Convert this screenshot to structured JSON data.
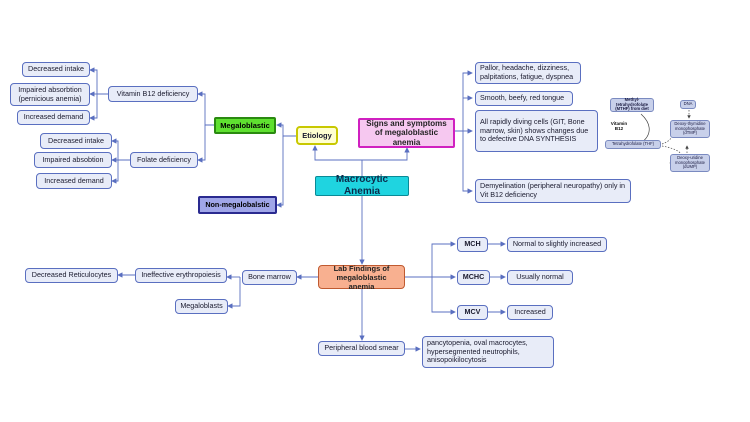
{
  "root": "Macrocytic Anemia",
  "etiology": {
    "label": "Etiology",
    "megaloblastic": {
      "label": "Megaloblastic",
      "b12": {
        "label": "Vitamin B12 deficiency",
        "causes": [
          "Decreased intake",
          "Impaired absorbtion (pernicious anemia)",
          "Increased demand"
        ]
      },
      "folate": {
        "label": "Folate deficiency",
        "causes": [
          "Decreased intake",
          "Impaired absobtion",
          "Increased demand"
        ]
      }
    },
    "non_megaloblastic": "Non-megalobalstic"
  },
  "signs": {
    "label": "Signs and symptoms of megaloblastic anemia",
    "items": [
      "Pallor, headache, dizziness, palpitations, fatigue, dyspnea",
      "Smooth, beefy, red tongue",
      "All rapidly diving cells (GIT, Bone marrow, skin) shows changes due to defective DNA SYNTHESIS",
      "Demyelination (peripheral neuropathy) only in Vit B12 deficiency"
    ]
  },
  "pathway": {
    "mthf": "Methyl-tetrahydrofolate (MTHF) from diet",
    "b12": "Vitamin B12",
    "thf": "Tetrahydrofolate (THF)",
    "dna": "DNA",
    "dtmp": "Deoxy-thymidine monophosphate (dTMP)",
    "dump": "Deoxy-uridine monophosphate (dUMP)"
  },
  "lab": {
    "label": "Lab Findings of megaloblastic anemia",
    "indices": [
      {
        "name": "MCH",
        "value": "Normal to slightly increased"
      },
      {
        "name": "MCHC",
        "value": "Usually normal"
      },
      {
        "name": "MCV",
        "value": "Increased"
      }
    ],
    "bone_marrow": {
      "label": "Bone marrow",
      "ineffective": "Ineffective erythropoiesis",
      "reticulocytes": "Decreased Reticulocytes",
      "megaloblasts": "Megaloblasts"
    },
    "smear": {
      "label": "Peripheral blood smear",
      "findings": "pancytopenia, oval macrocytes, hypersegmented neutrophils, anisopoikilocytosis"
    }
  },
  "colors": {
    "line": "#5a6fc0",
    "root": "#1fd4e0",
    "megaloblastic": "#5fe030",
    "signs": "#d020c0",
    "lab": "#f8b090"
  }
}
